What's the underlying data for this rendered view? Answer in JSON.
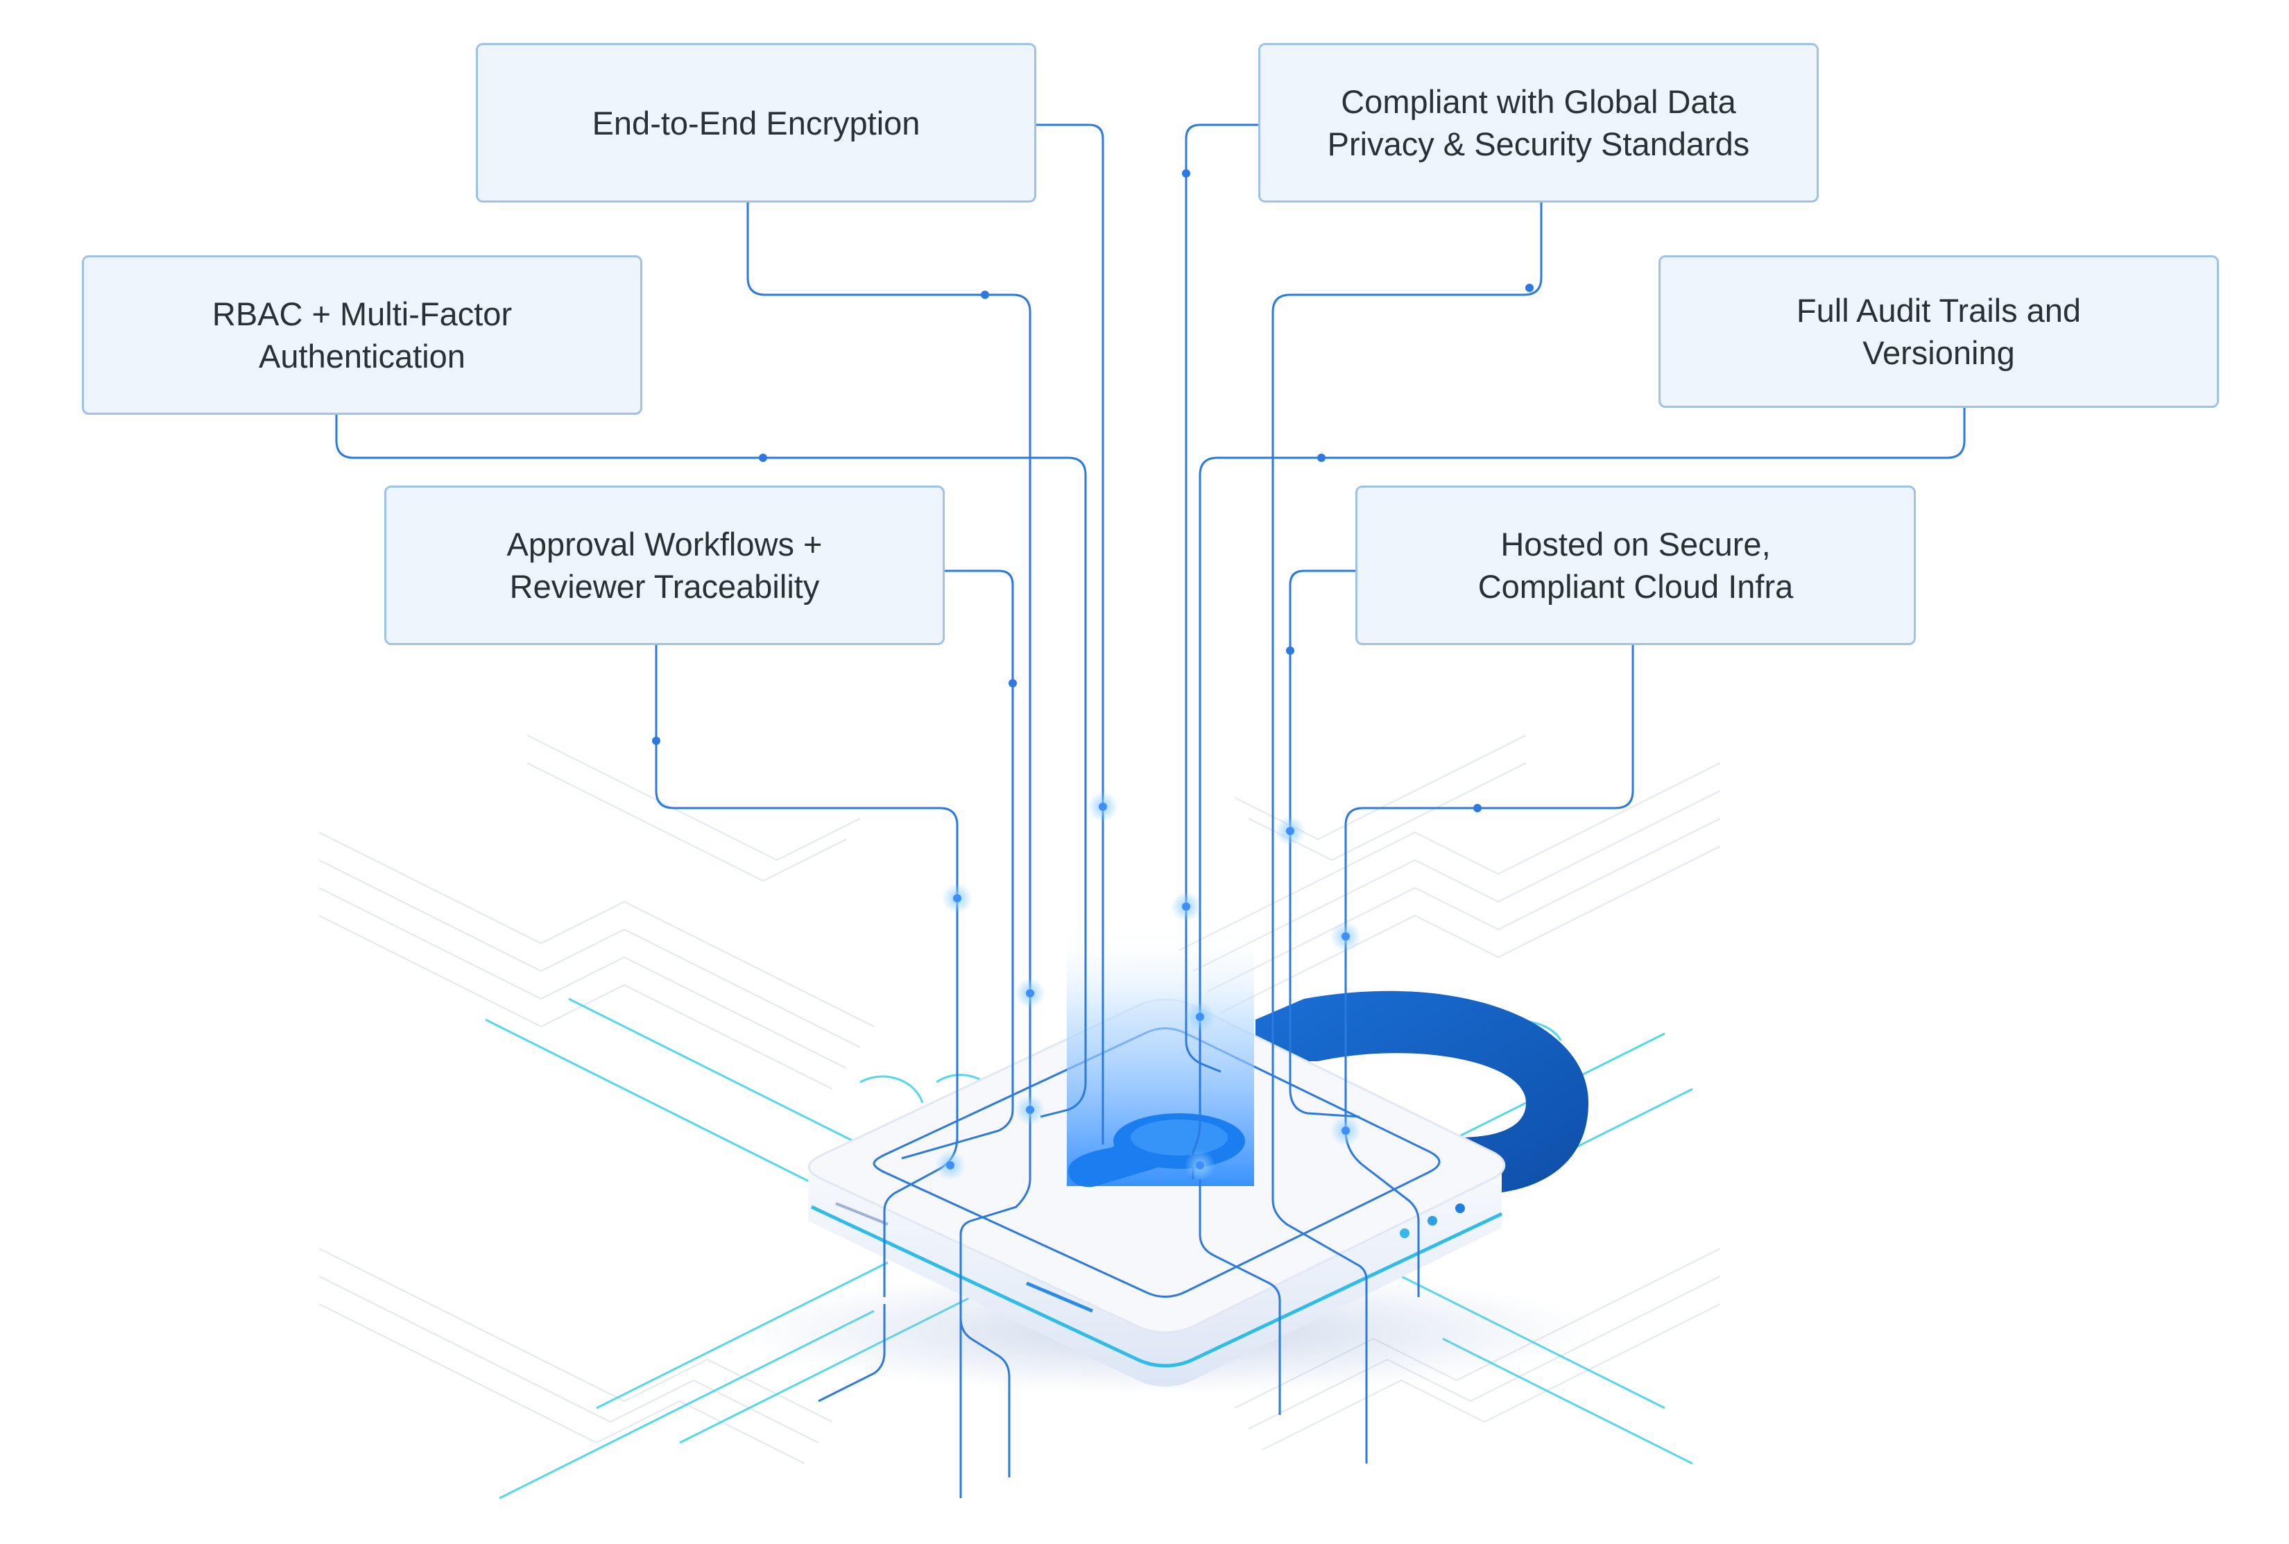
{
  "features": [
    {
      "id": "encryption",
      "label": "End-to-End Encryption"
    },
    {
      "id": "compliance",
      "label": "Compliant with Global Data\nPrivacy & Security Standards"
    },
    {
      "id": "rbac",
      "label": "RBAC + Multi-Factor\nAuthentication"
    },
    {
      "id": "audit",
      "label": "Full Audit Trails and\nVersioning"
    },
    {
      "id": "approval",
      "label": "Approval Workflows +\nReviewer Traceability"
    },
    {
      "id": "hosted",
      "label": "Hosted on Secure,\nCompliant Cloud Infra"
    }
  ],
  "colors": {
    "box_fill": "#eef5fd",
    "box_border": "#9ec3ea",
    "text": "#2b2f36",
    "connector": "#2a7ae2",
    "accent_dark": "#1565c8",
    "accent_cyan": "#2fd0e8",
    "platform": "#f4f7fc"
  },
  "icons": {
    "lock": "padlock-icon",
    "keyhole": "keyhole-icon"
  }
}
